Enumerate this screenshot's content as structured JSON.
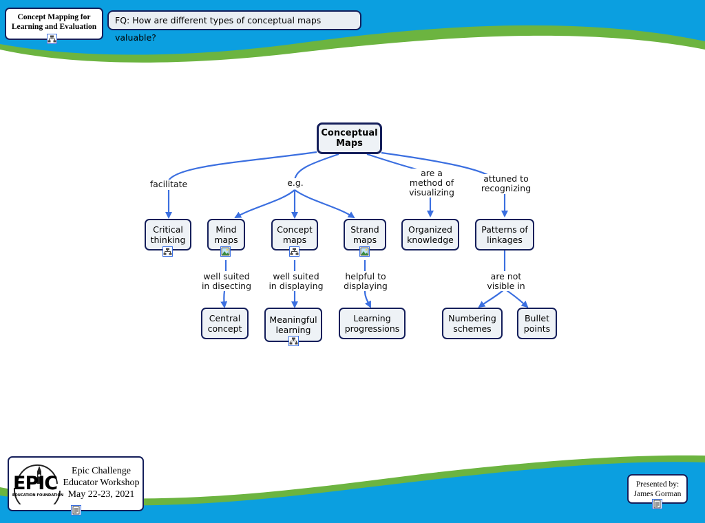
{
  "title_box": {
    "text": "Concept Mapping for\nLearning and Evaluation",
    "icon": "concept-map-icon"
  },
  "focus_question": "FQ: How are different types of conceptual maps valuable?",
  "colors": {
    "sky_blue": "#0b9fe0",
    "grass_green": "#6cb440",
    "node_border": "#141e5a",
    "node_fill": "#eef2f6",
    "link_blue": "#3b6fe0"
  },
  "concept_map": {
    "root": "Conceptual\nMaps",
    "links": {
      "facilitate": "facilitate",
      "eg": "e.g.",
      "method": "are a\nmethod of\nvisualizing",
      "attuned": "attuned to\nrecognizing",
      "disecting": "well suited\nin disecting",
      "displaying": "well suited\nin displaying",
      "helpful": "helpful to\ndisplaying",
      "notvisible": "are not\nvisible in"
    },
    "concepts": {
      "critical": "Critical\nthinking",
      "mind": "Mind\nmaps",
      "concept": "Concept\nmaps",
      "strand": "Strand\nmaps",
      "organized": "Organized\nknowledge",
      "patterns": "Patterns of\nlinkages",
      "central": "Central\nconcept",
      "meaningful": "Meaningful\nlearning",
      "progressions": "Learning\nprogressions",
      "numbering": "Numbering\nschemes",
      "bullet": "Bullet\npoints"
    },
    "resource_icons": {
      "critical": "concept-map-icon",
      "mind": "image-icon",
      "concept": "concept-map-icon",
      "strand": "image-icon",
      "meaningful": "concept-map-icon"
    }
  },
  "footer": {
    "logo_text": "EPIC",
    "logo_subtext": "EDUCATION FOUNDATION",
    "event": "Epic Challenge\nEducator Workshop\nMay 22-23, 2021",
    "event_icon": "document-icon",
    "presenter": "Presented by:\nJames Gorman",
    "presenter_icon": "document-icon"
  }
}
